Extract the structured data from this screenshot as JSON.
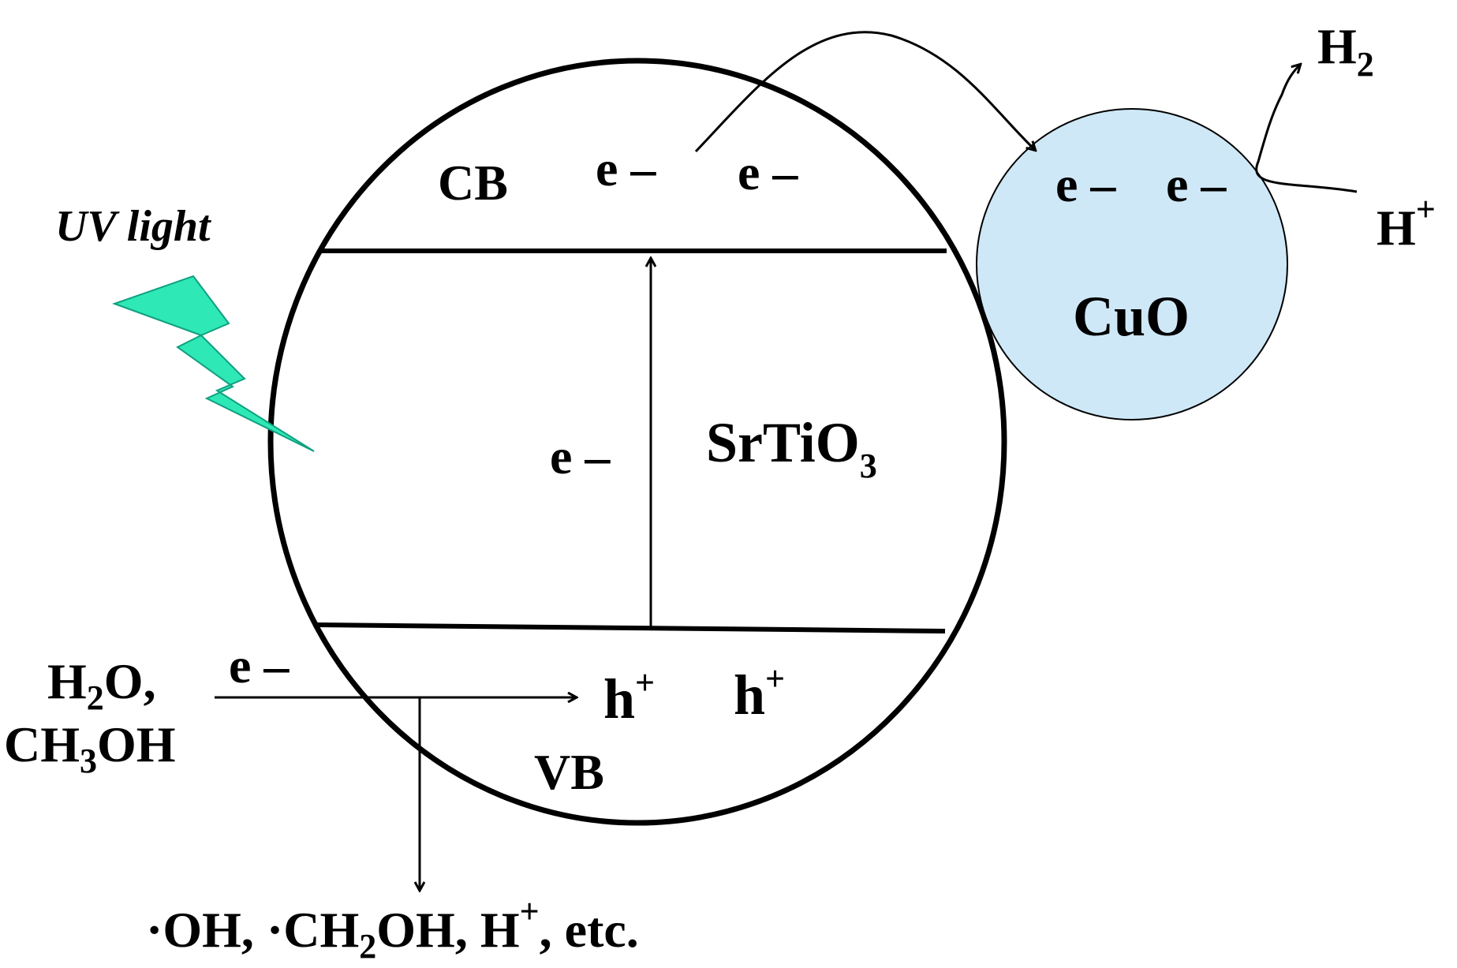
{
  "colors": {
    "ink": "#000000",
    "cuo_fill": "#cfe8f7",
    "lightning": "#2ee8b5",
    "background": "#ffffff"
  },
  "labels": {
    "uv_light": "UV light",
    "cb": "CB",
    "vb": "VB",
    "electron": "e –",
    "hole_h": "h",
    "hole_sup": "+",
    "srtio3_main": "SrTiO",
    "srtio3_sub": "3",
    "cuo": "CuO",
    "h2_main": "H",
    "h2_sub": "2",
    "hplus_main": "H",
    "hplus_sup": "+",
    "reactants": {
      "h2o_a": "H",
      "h2o_sub": "2",
      "h2o_b": "O,",
      "ch3oh_a": "CH",
      "ch3oh_sub": "3",
      "ch3oh_b": "OH"
    },
    "products": {
      "p1": "·OH,  ·CH",
      "p1_sub": "2",
      "p2": "OH, H",
      "p2_sup": "+",
      "p3": ", etc."
    }
  },
  "icons": {
    "light": "lightning-bolt-icon"
  }
}
